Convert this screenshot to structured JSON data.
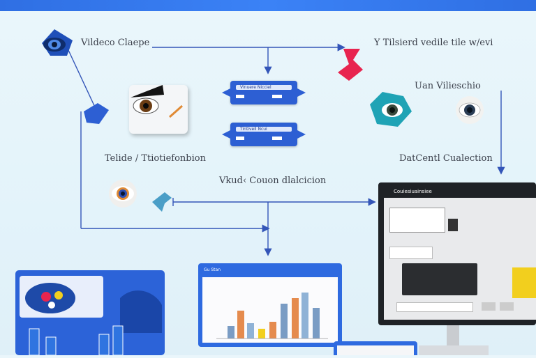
{
  "labels": {
    "video_capture": "Vildeco Claepe",
    "top_right": "Y Tilsierd vedile tile w/evi",
    "mid_right": "Uan Vilieschio",
    "telide": "Telide / Ttiotiefonbion",
    "data_collection": "DatCentl Cualection",
    "video_classification": "Vkud‹ Couon dlalcicion"
  },
  "tags": [
    {
      "title": "Vinuere  Nicciel"
    },
    {
      "title": "Tintiveil  Ncui"
    }
  ],
  "monitor": {
    "title": "Couiesiuainsiee"
  },
  "panel_mid": {
    "title": "Gu  Stan"
  },
  "colors": {
    "accent_blue": "#2d5fd3",
    "arrow_red": "#e8244f",
    "line_blue": "#3355b8",
    "yellow": "#f2cf1e"
  }
}
